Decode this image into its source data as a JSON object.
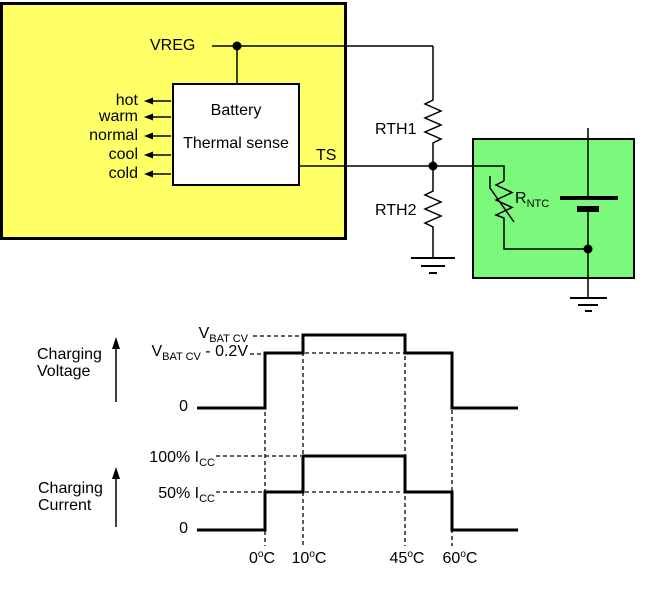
{
  "colors": {
    "charger_block_bg": "#FFFF66",
    "battery_pack_bg": "#7CF87C",
    "line": "#000000",
    "block_bg": "#FFFFFF"
  },
  "schematic": {
    "vreg_label": "VREG",
    "block": {
      "line1": "Battery",
      "line2": "Thermal sense"
    },
    "outputs": [
      "hot",
      "warm",
      "normal",
      "cool",
      "cold"
    ],
    "ts_label": "TS",
    "rth1_label": "RTH1",
    "rth2_label": "RTH2",
    "rntc": {
      "main": "R",
      "sub": "NTC"
    }
  },
  "chart": {
    "voltage_axis": {
      "line1": "Charging",
      "line2": "Voltage"
    },
    "current_axis": {
      "line1": "Charging",
      "line2": "Current"
    },
    "v_levels": {
      "vbatcv": {
        "main": "V",
        "sub": "BAT CV"
      },
      "vbatcv_minus": {
        "main": "V",
        "sub": "BAT CV",
        "rest": " - 0.2V"
      }
    },
    "i_levels": {
      "i100": {
        "main": "100% I",
        "sub": "CC"
      },
      "i50": {
        "main": "50% I",
        "sub": "CC"
      }
    },
    "zero_voltage": "0",
    "zero_current": "0",
    "x_ticks": [
      {
        "num": "0",
        "deg": "o",
        "unit": "C"
      },
      {
        "num": "10",
        "deg": "o",
        "unit": "C"
      },
      {
        "num": "45",
        "deg": "o",
        "unit": "C"
      },
      {
        "num": "60",
        "deg": "o",
        "unit": "C"
      }
    ]
  },
  "chart_data": [
    {
      "type": "line",
      "subtype": "step",
      "title": "Charging Voltage vs battery temperature",
      "xlabel_unit": "°C",
      "x_breakpoints": [
        0,
        10,
        45,
        60
      ],
      "y_levels": [
        "0",
        "VBAT CV - 0.2V",
        "VBAT CV"
      ],
      "segments": [
        {
          "x_range": "below 0°C",
          "y": "0"
        },
        {
          "x_range": "0°C to 10°C",
          "y": "VBAT CV - 0.2V"
        },
        {
          "x_range": "10°C to 45°C",
          "y": "VBAT CV"
        },
        {
          "x_range": "45°C to 60°C",
          "y": "VBAT CV - 0.2V"
        },
        {
          "x_range": "above 60°C",
          "y": "0"
        }
      ],
      "ylabel": "Charging Voltage",
      "grid": "dashed guides at breakpoints and levels"
    },
    {
      "type": "line",
      "subtype": "step",
      "title": "Charging Current vs battery temperature",
      "xlabel_unit": "°C",
      "x_breakpoints": [
        0,
        10,
        45,
        60
      ],
      "y_levels": [
        "0",
        "50% ICC",
        "100% ICC"
      ],
      "segments": [
        {
          "x_range": "below 0°C",
          "y": "0"
        },
        {
          "x_range": "0°C to 10°C",
          "y": "50% ICC"
        },
        {
          "x_range": "10°C to 45°C",
          "y": "100% ICC"
        },
        {
          "x_range": "45°C to 60°C",
          "y": "50% ICC"
        },
        {
          "x_range": "above 60°C",
          "y": "0"
        }
      ],
      "ylabel": "Charging Current",
      "grid": "dashed guides at breakpoints and levels"
    }
  ]
}
